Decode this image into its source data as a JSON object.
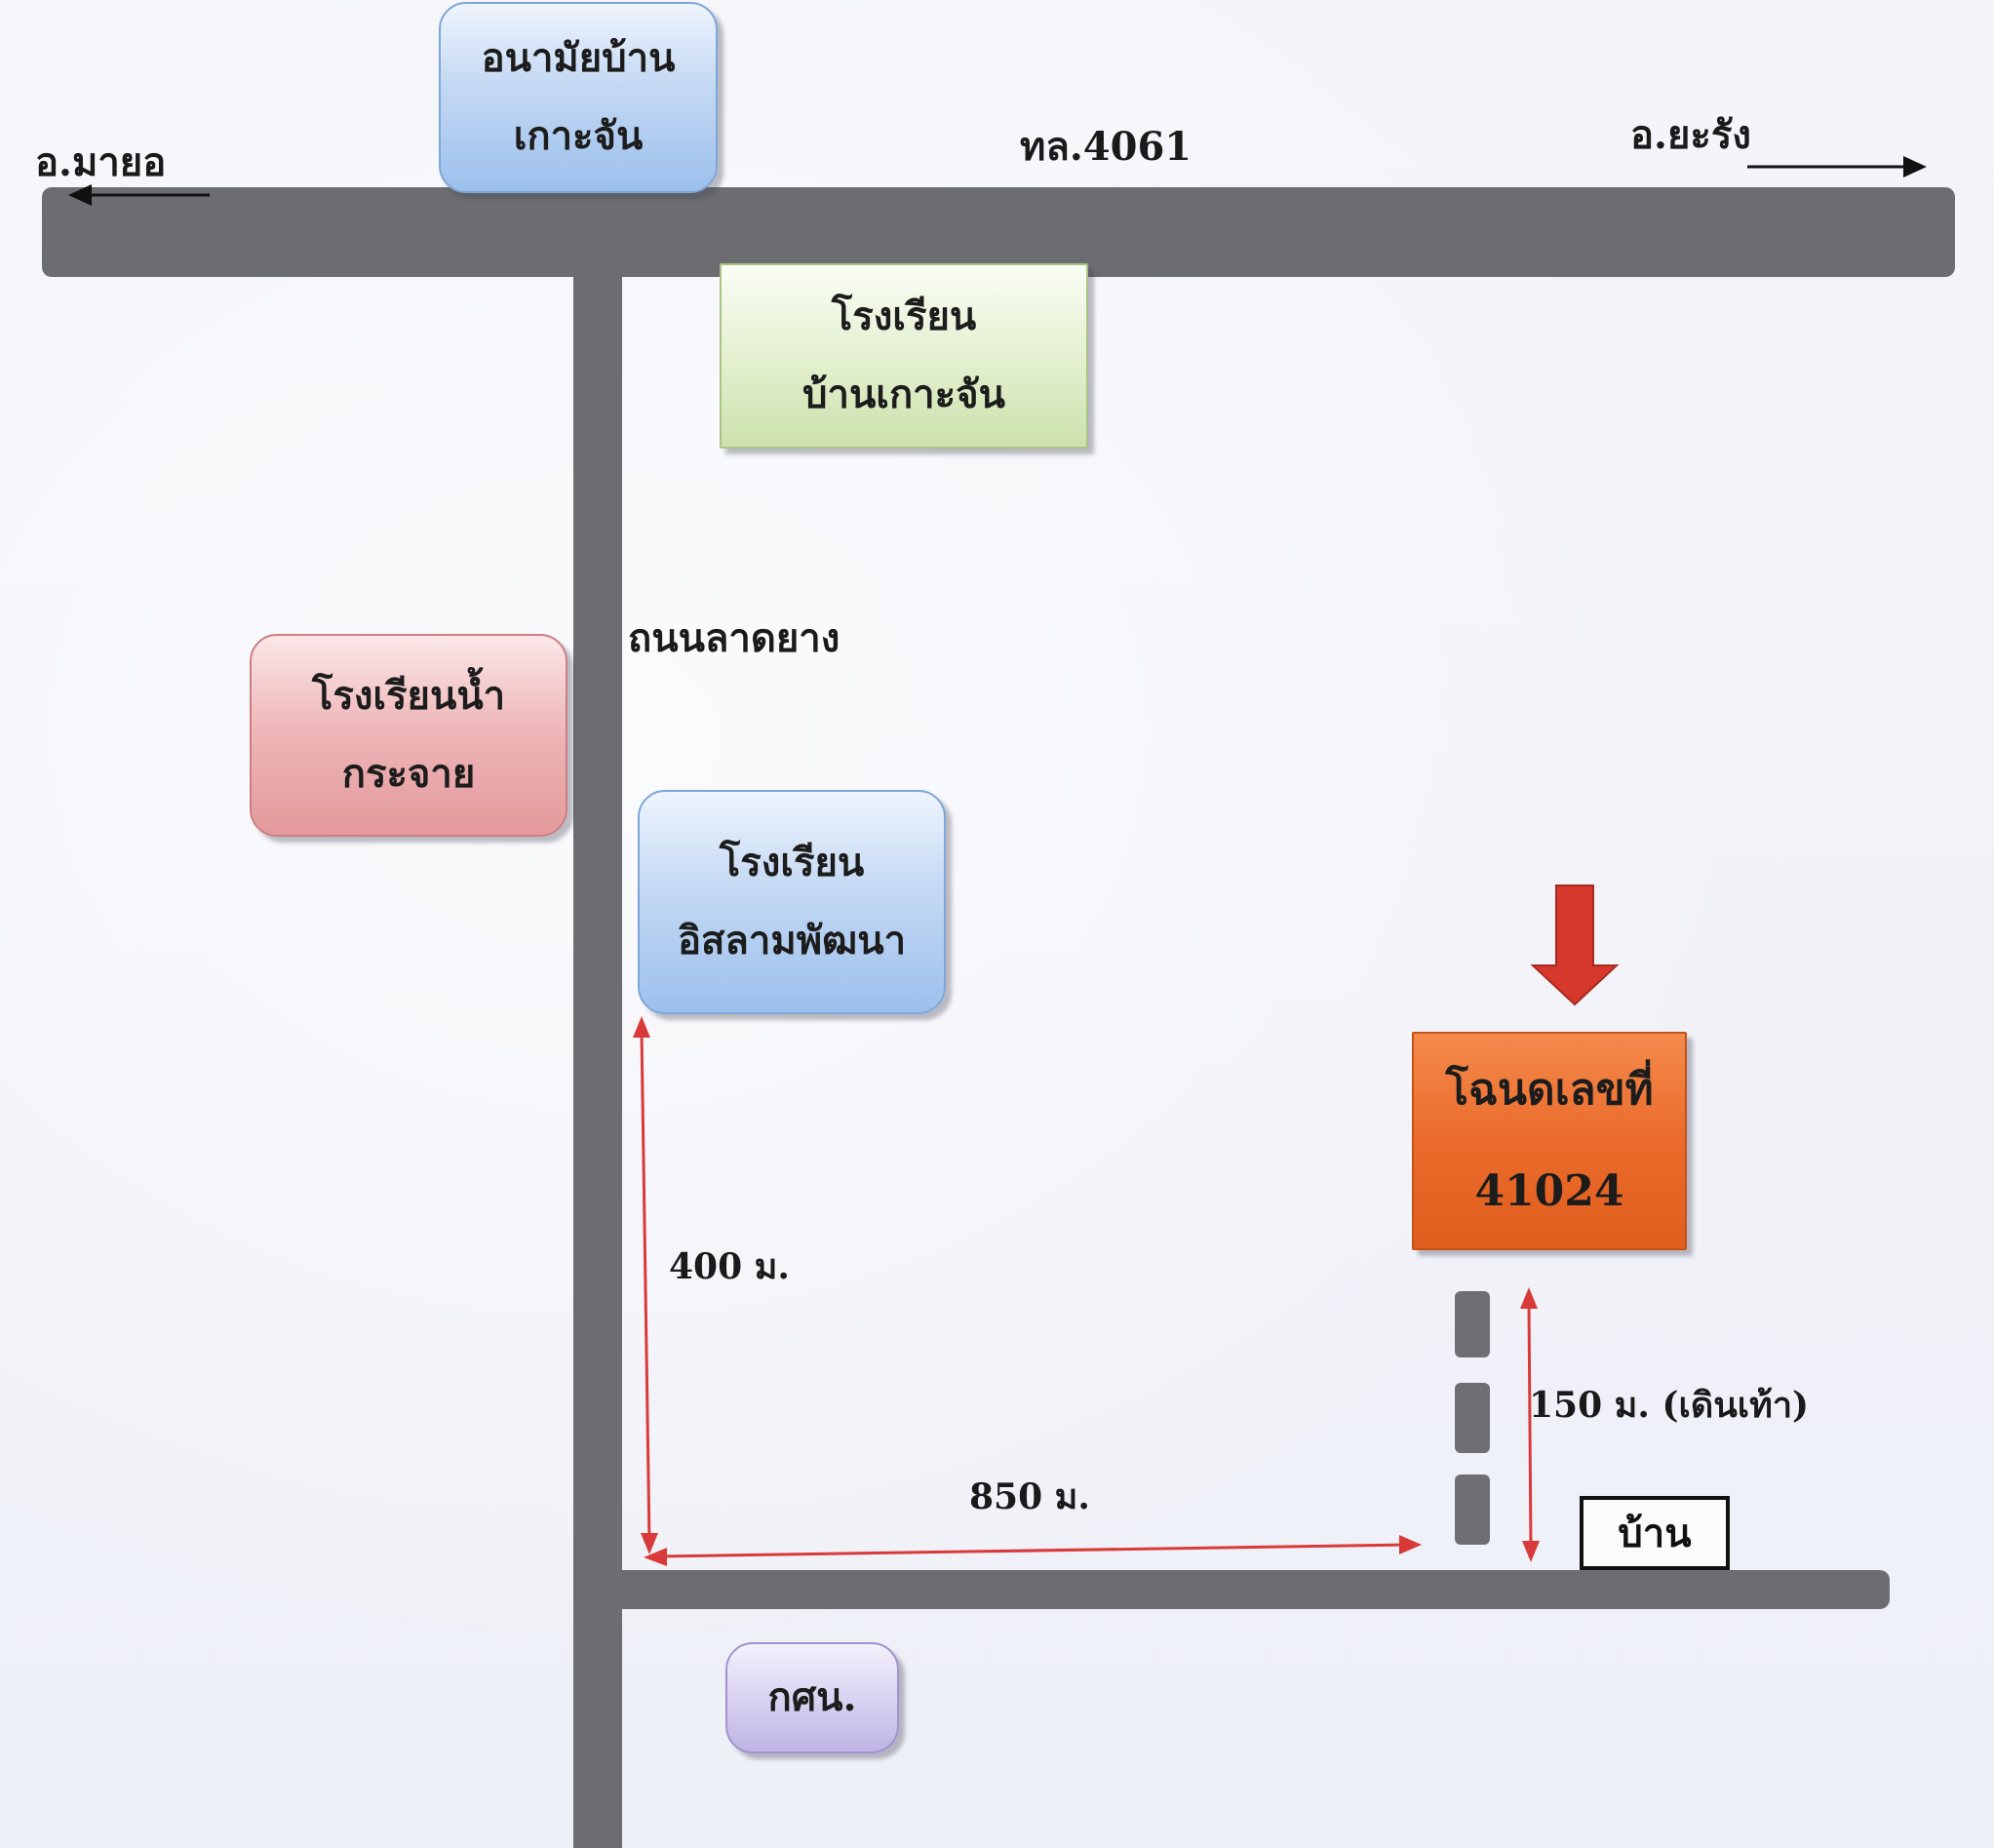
{
  "map": {
    "directions": {
      "west": "อ.มายอ",
      "east": "อ.ยะรัง"
    },
    "highway_label": "ทล.4061",
    "side_road_label": "ถนนลาดยาง",
    "landmarks": {
      "health_center": [
        "อนามัยบ้าน",
        "เกาะจัน"
      ],
      "ban_koh_chan_school": [
        "โรงเรียน",
        "บ้านเกาะจัน"
      ],
      "nam_krachai_school": [
        "โรงเรียนน้ำ",
        "กระจาย"
      ],
      "islam_pattana_school": [
        "โรงเรียน",
        "อิสลามพัฒนา"
      ],
      "nfe_center": "กศน."
    },
    "target": {
      "line1": "โฉนดเลขที่",
      "line2": "41024"
    },
    "house_label": "บ้าน",
    "distances": {
      "vertical": "400 ม.",
      "horizontal": "850 ม.",
      "walk": "150 ม. (เดินเท้า)"
    },
    "colors": {
      "road": "#6b6d70",
      "measure_arrow": "#d83a3a",
      "pointer_arrow": "#d6382c",
      "target_box": "#e8692a"
    }
  }
}
